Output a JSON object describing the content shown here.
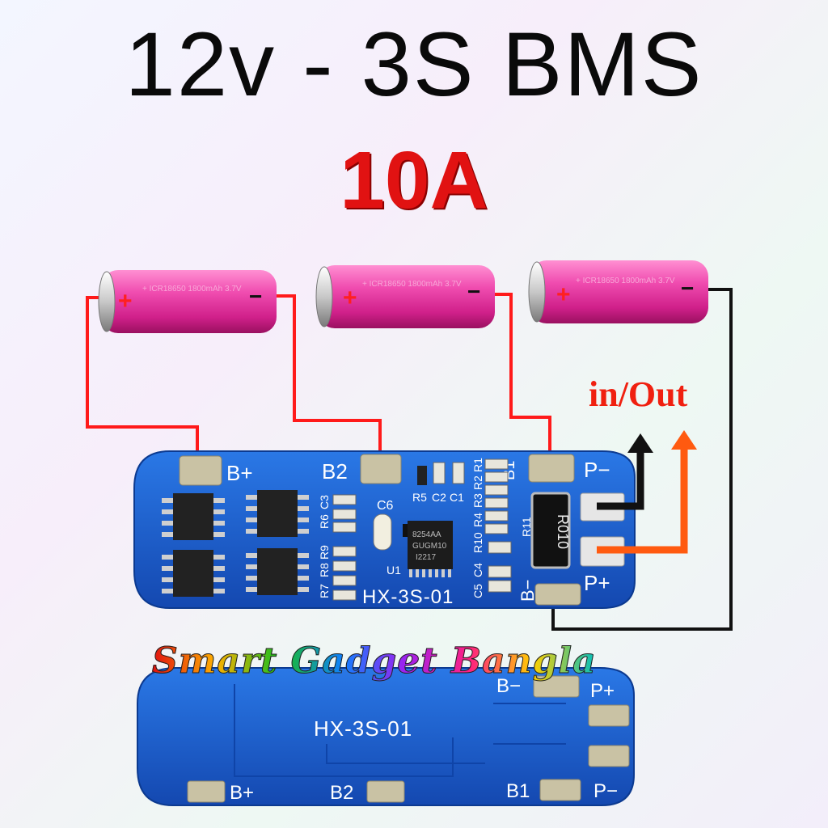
{
  "title": "12v - 3S BMS",
  "subtitle": "10A",
  "io_label": "in/Out",
  "brand": "Smart Gadget Bangla",
  "cell_plus": "+",
  "cell_minus": "−",
  "cell_print": "+ ICR18650 1800mAh 3.7V",
  "board_top": {
    "model": "HX-3S-01",
    "pads": {
      "b_plus": "B+",
      "b2": "B2",
      "b1": "B1",
      "p_minus": "P−",
      "p_plus": "P+",
      "b_minus": "B−"
    },
    "refs": [
      "C3",
      "R6",
      "C6",
      "R5",
      "C2",
      "C1",
      "R2",
      "R1",
      "R3",
      "R4",
      "R10",
      "R11",
      "R9",
      "R8",
      "R7",
      "U1",
      "C5",
      "C4"
    ],
    "resistor": "R010",
    "chip": [
      "8254AA",
      "GUGM10",
      "I2217"
    ]
  },
  "board_bottom": {
    "model": "HX-3S-01",
    "pads": {
      "b_minus": "B−",
      "p_plus": "P+",
      "b_plus": "B+",
      "b2": "B2",
      "b1": "B1",
      "p_minus": "P−"
    }
  },
  "colors": {
    "title": "#0a0a0a",
    "accent": "#e11212",
    "wire_red": "#ff1a1a",
    "wire_black": "#111111",
    "arrow_orange": "#ff5a10",
    "cell": "#e0309a",
    "pcb": "#1a5fd0",
    "pad": "#c9c2a4"
  }
}
